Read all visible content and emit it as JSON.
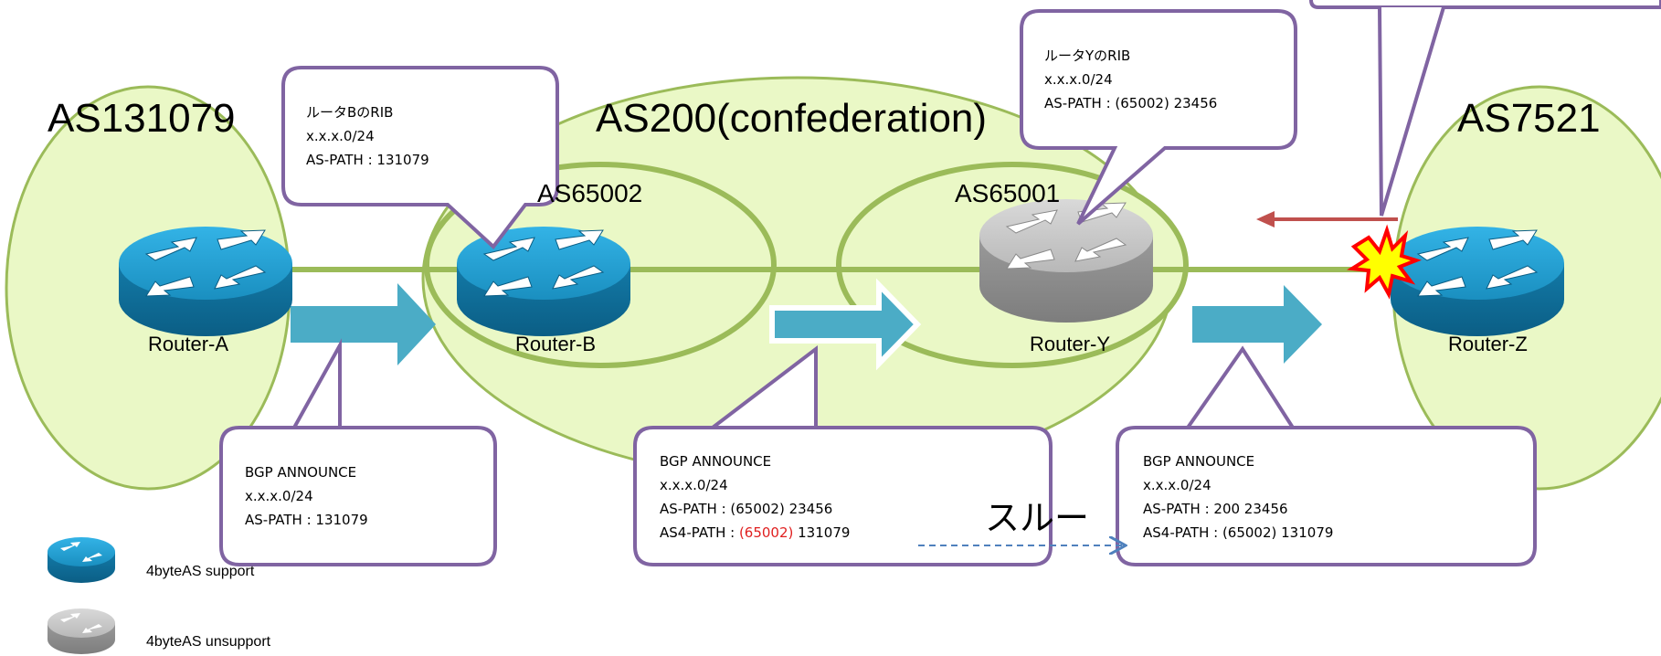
{
  "domains": {
    "as131079": "AS131079",
    "as200": "AS200(confederation)",
    "as65002": "AS65002",
    "as65001": "AS65001",
    "as7521": "AS7521"
  },
  "routers": {
    "a": "Router-A",
    "b": "Router-B",
    "y": "Router-Y",
    "z": "Router-Z"
  },
  "callouts": {
    "rib_b": {
      "l1": "ルータBのRIB",
      "l2": "x.x.x.0/24",
      "l3": "AS-PATH : 131079"
    },
    "rib_y": {
      "l1": "ルータYのRIB",
      "l2": "x.x.x.0/24",
      "l3": "AS-PATH : (65002) 23456"
    },
    "ann_a": {
      "l1": "BGP ANNOUNCE",
      "l2": "x.x.x.0/24",
      "l3": "AS-PATH : 131079"
    },
    "ann_b": {
      "l1": "BGP ANNOUNCE",
      "l2": "x.x.x.0/24",
      "l3": "AS-PATH : (65002) 23456",
      "l4_prefix": "AS4-PATH : ",
      "l4_red": "(65002)",
      "l4_suffix": " 131079"
    },
    "ann_y": {
      "l1": "BGP ANNOUNCE",
      "l2": "x.x.x.0/24",
      "l3": "AS-PATH : 200 23456",
      "l4": "AS4-PATH : (65002) 131079"
    }
  },
  "through_label": "スルー",
  "legend": {
    "supported": "4byteAS support",
    "unsupported": "4byteAS unsupport"
  },
  "colors": {
    "as_fill": "#eaf8c6",
    "as_stroke": "#9bbb59",
    "link": "#9bbb59",
    "arrow": "#4bacc6",
    "callout_stroke": "#8064a2",
    "router_blue": "#1a8fc0",
    "router_gray": "#a6a6a6",
    "reject_arrow": "#c0504d",
    "highlight": "#e02020"
  }
}
